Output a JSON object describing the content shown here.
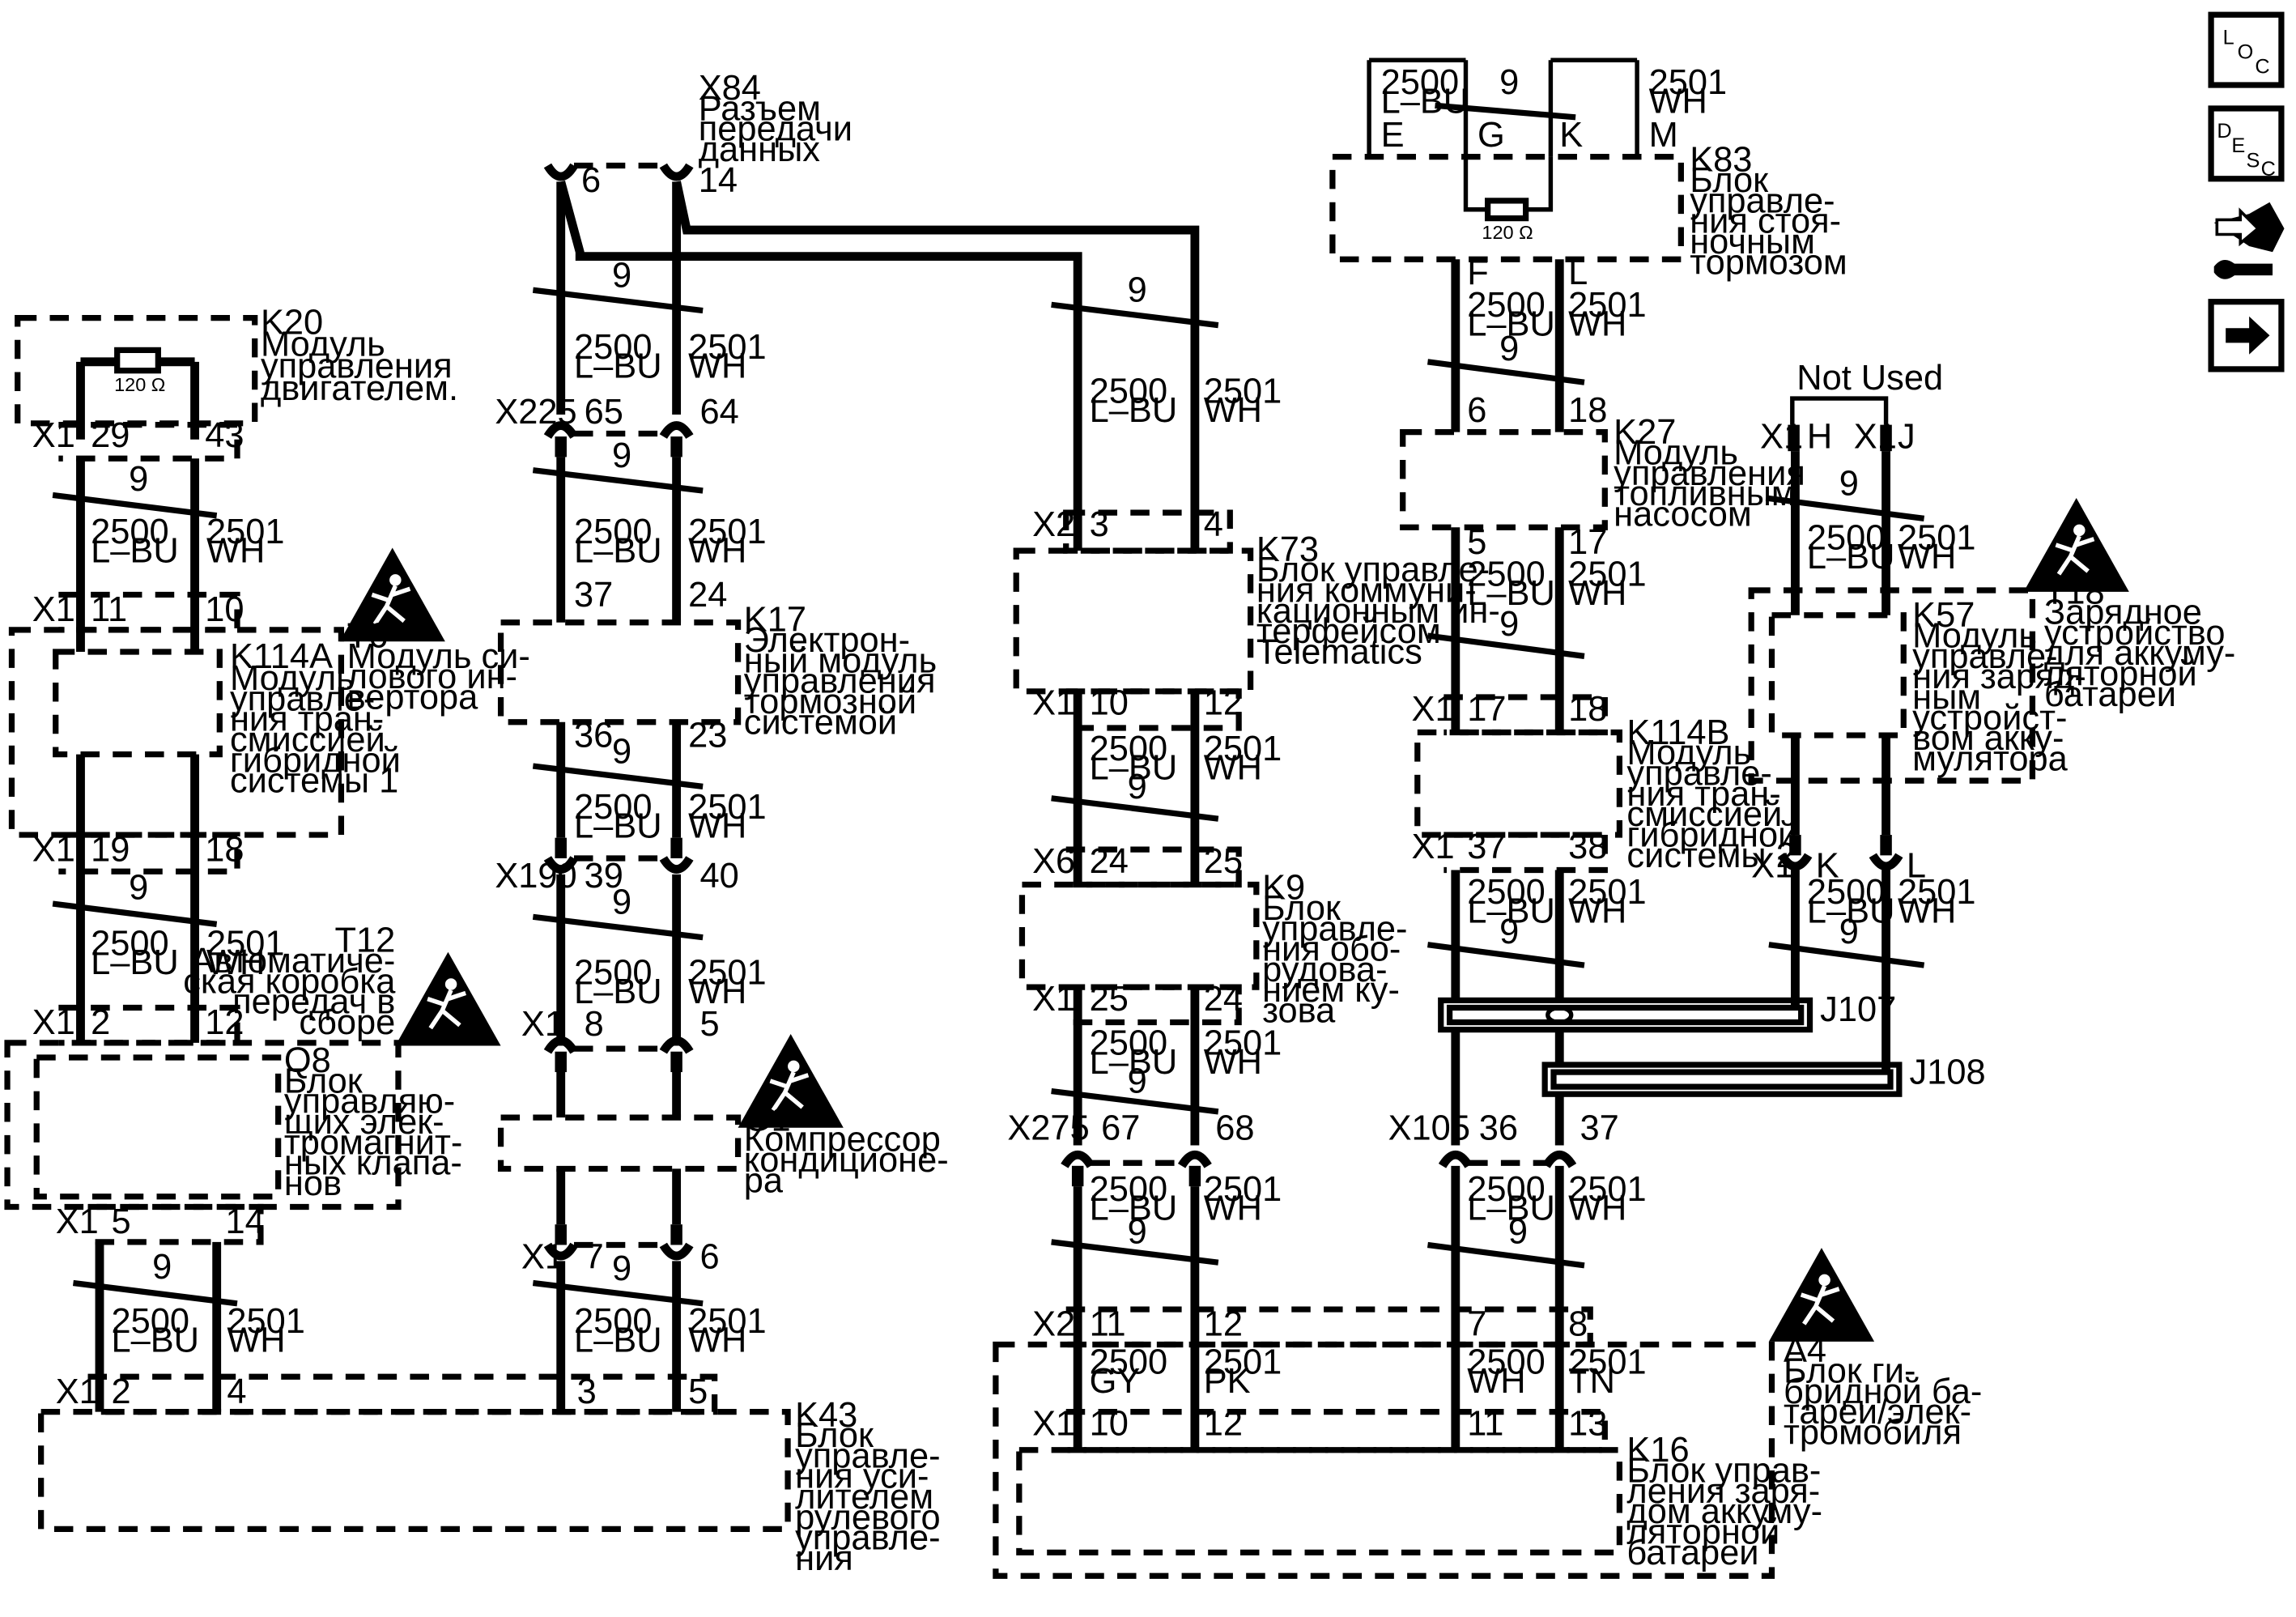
{
  "wires": {
    "low": "2500",
    "high": "2501",
    "lbu": "L–BU",
    "wh": "WH",
    "twist": "9",
    "gy": "GY",
    "pk": "PK",
    "tn": "TN"
  },
  "resistor": "120 Ω",
  "pins": {
    "x1": "X1",
    "x2": "X2",
    "x6": "X6",
    "x225": "X225",
    "x190": "X190",
    "x275": "X275",
    "x105": "X105"
  },
  "k20": {
    "name": "K20",
    "desc": [
      "Модуль",
      "управления",
      "двигателем."
    ],
    "pin_a": "29",
    "pin_b": "43"
  },
  "k114a": {
    "name": "K114A",
    "desc": [
      "Модуль",
      "управле-",
      "ния тран-",
      "смиссией",
      "гибридной",
      "системы 1"
    ],
    "in_a": "11",
    "in_b": "10",
    "out_a": "19",
    "out_b": "18"
  },
  "t6": {
    "name": "T6",
    "desc": [
      "Модуль си-",
      "лового ин-",
      "вертора"
    ]
  },
  "t12": {
    "name": "T12",
    "desc": [
      "Автоматиче-",
      "ская коробка",
      "передач в",
      "сборе"
    ]
  },
  "q8": {
    "name": "Q8",
    "desc": [
      "Блок",
      "управляю-",
      "щих элек-",
      "тромагнит-",
      "ных клапа-",
      "нов"
    ],
    "in_a": "2",
    "in_b": "12",
    "out_a": "5",
    "out_b": "14"
  },
  "k43": {
    "name": "K43",
    "desc": [
      "Блок",
      "управле-",
      "ния уси-",
      "лителем",
      "рулевого",
      "управле-",
      "ния"
    ],
    "p1": "2",
    "p2": "4",
    "p3": "3",
    "p4": "5"
  },
  "x84": {
    "name": "X84",
    "desc": [
      "Разъем",
      "передачи",
      "данных"
    ],
    "pin_a": "6",
    "pin_b": "14"
  },
  "x225": {
    "pin_a": "65",
    "pin_b": "64"
  },
  "k17": {
    "name": "K17",
    "desc": [
      "Электрон-",
      "ный модуль",
      "управления",
      "тормозной",
      "системой"
    ],
    "in_a": "37",
    "in_b": "24",
    "out_a": "36",
    "out_b": "23"
  },
  "x190": {
    "pin_a": "39",
    "pin_b": "40"
  },
  "g1": {
    "name": "G1",
    "desc": [
      "Компрессор",
      "кондиционе-",
      "ра"
    ],
    "in_a": "8",
    "in_b": "5",
    "out_a": "7",
    "out_b": "6"
  },
  "k73": {
    "name": "K73",
    "desc": [
      "Блок управле-",
      "ния коммуни-",
      "кационным ин-",
      "терфейсом",
      "Telematics"
    ],
    "in_a": "3",
    "in_b": "4",
    "out_a": "10",
    "out_b": "12"
  },
  "k9": {
    "name": "K9",
    "desc": [
      "Блок",
      "управле-",
      "ния обо-",
      "рудова-",
      "нием ку-",
      "зова"
    ],
    "in_a": "24",
    "in_b": "25",
    "out_a": "25",
    "out_b": "24"
  },
  "x275": {
    "pin_a": "67",
    "pin_b": "68"
  },
  "k83": {
    "name": "K83",
    "desc": [
      "Блок",
      "управле-",
      "ния стоя-",
      "ночным",
      "тормозом"
    ],
    "pe": "E",
    "pg": "G",
    "pk": "K",
    "pm": "M",
    "pf": "F",
    "pl": "L"
  },
  "k27": {
    "name": "K27",
    "desc": [
      "Модуль",
      "управления",
      "топливным",
      "насосом"
    ],
    "in_a": "6",
    "in_b": "18",
    "out_a": "5",
    "out_b": "17"
  },
  "k114b": {
    "name": "K114B",
    "desc": [
      "Модуль",
      "управле-",
      "ния тран-",
      "смиссией",
      "гибридной",
      "системы 2"
    ],
    "in_a": "17",
    "in_b": "18",
    "out_a": "37",
    "out_b": "38"
  },
  "k57": {
    "name": "K57",
    "desc": [
      "Модуль",
      "управле-",
      "ния заряд-",
      "ным",
      "устройст-",
      "вом акку-",
      "мулятора"
    ],
    "not_used": "Not Used",
    "ph": "H",
    "pj": "J",
    "pk": "K",
    "pl": "L"
  },
  "t18": {
    "name": "T18",
    "desc": [
      "Зарядное",
      "устройство",
      "для аккуму-",
      "ляторной",
      "батареи"
    ]
  },
  "j107": "J107",
  "j108": "J108",
  "x105": {
    "pin_a": "36",
    "pin_b": "37"
  },
  "a4": {
    "name": "A4",
    "desc": [
      "Блок ги-",
      "бридной ба-",
      "тареи/элек-",
      "тромобиля"
    ],
    "x2_pins": [
      "11",
      "12",
      "7",
      "8"
    ]
  },
  "k16": {
    "name": "K16",
    "desc": [
      "Блок управ-",
      "ления заря-",
      "дом аккуму-",
      "ляторной",
      "батареи"
    ],
    "x1_pins": [
      "10",
      "12",
      "11",
      "13"
    ]
  },
  "side_icons": {
    "loc": {
      "a": "L",
      "b": "O",
      "c": "C",
      "icon": "location-icon"
    },
    "desc": {
      "a": "D",
      "b": "E",
      "c": "S",
      "d": "C",
      "icon": "description-icon"
    },
    "diag": {
      "icon": "diagnostic-tool-icon"
    },
    "next": {
      "icon": "arrow-right-icon"
    }
  }
}
